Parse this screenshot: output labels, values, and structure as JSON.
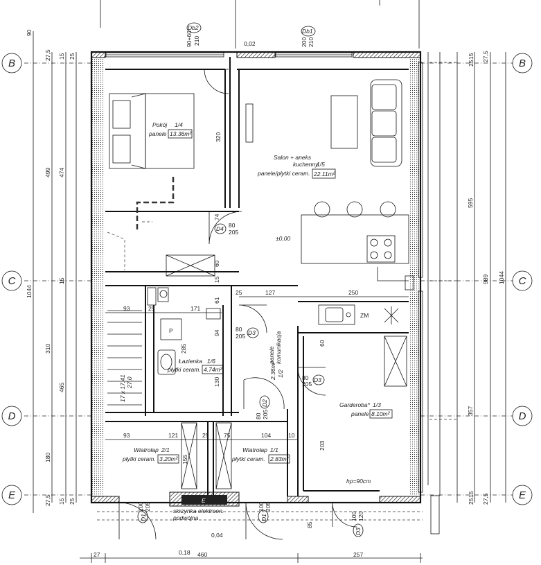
{
  "axes": {
    "B": "B",
    "C": "C",
    "D": "D",
    "E": "E"
  },
  "rooms": {
    "pokoj": {
      "name": "Pokój",
      "num": "1/4",
      "floor": "panele",
      "area": "13.36m²"
    },
    "salon": {
      "name1": "Salon + aneks",
      "name2": "kuchenny",
      "num": "1/5",
      "floor": "panele/płytki ceram.",
      "area": "22.11m²"
    },
    "lazienka": {
      "name": "Łazienka",
      "num": "1/6",
      "floor": "płytki ceram.",
      "area": "4.74m²"
    },
    "komunikacja": {
      "name": "komunikacja",
      "floor": "panele",
      "num": "1/2",
      "area": "2.36m²"
    },
    "garderoba": {
      "name": "Garderoba*",
      "num": "1/3",
      "floor": "panele",
      "area": "8.10m²",
      "hp": "hp=90cm"
    },
    "wiatrolap1": {
      "name": "Wiatrołap",
      "num": "2/1",
      "floor": "płytki ceram.",
      "area": "3.20m²"
    },
    "wiatrolap2": {
      "name": "Wiatrołap",
      "num": "1/1",
      "floor": "płytki ceram.",
      "area": "2.83m²"
    }
  },
  "doors": {
    "db2": "Db2",
    "db1": "Db1",
    "d4": "D4",
    "d3a": "D3",
    "d3b": "D3",
    "d2": "D2",
    "d1a": "D1",
    "d1b": "D1",
    "d3c": "D3"
  },
  "labels": {
    "level": "±0,00",
    "zm": "ZM",
    "box1": "skrzynka elektroen.",
    "box2": "podwójna",
    "box_e": "E",
    "stairs": "17 x 17,41",
    "stairs2": "27,0",
    "wc": "P",
    "v90_60": "90+60",
    "v210a": "210",
    "v200": "200",
    "v210b": "210",
    "v80a": "80",
    "v205a": "205",
    "v80b": "80",
    "v205b": "205",
    "v80c": "80",
    "v205c": "205",
    "v80d": "80",
    "v205d": "205",
    "v100a": "100",
    "v205e": "205",
    "v100b": "100",
    "v205f": "205",
    "v100c": "100",
    "v120": "120"
  },
  "dims": {
    "top90": "90",
    "t275a": "27,5",
    "t15a": "15",
    "t25a": "25",
    "l499": "499",
    "l474": "474",
    "l1044": "1044",
    "l310": "310",
    "l465": "465",
    "l180": "180",
    "b275": "27,5",
    "b15": "15",
    "b25": "25",
    "l15c": "15",
    "r275a": "27,5",
    "r15a": "15",
    "r25a": "25",
    "r595": "595",
    "r989": "989",
    "r1044": "1044",
    "r357": "357",
    "r275b": "27,5",
    "r15b": "15",
    "r25b": "25",
    "d002": "0,02",
    "d320": "320",
    "d74": "74",
    "d60a": "60",
    "d15a": "15",
    "d61": "61",
    "d25": "25",
    "d127": "127",
    "d250": "250",
    "d93a": "93",
    "d25b": "25",
    "d171": "171",
    "d94": "94",
    "d285": "285",
    "d130": "130",
    "d60b": "60",
    "d93b": "93",
    "d121": "121",
    "d25c": "25",
    "d75": "75",
    "d104": "104",
    "d10": "10",
    "d155": "155",
    "d203": "203",
    "d85": "85",
    "d004": "0,04",
    "d018": "0,18",
    "b27": "27",
    "b460": "460",
    "b257": "257"
  }
}
